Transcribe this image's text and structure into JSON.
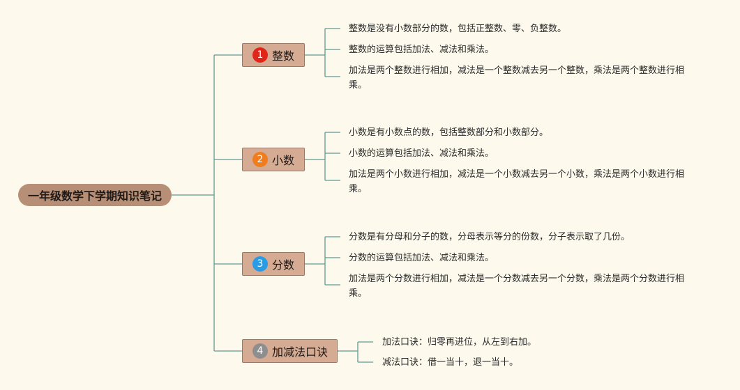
{
  "root": {
    "label": "一年级数学下学期知识笔记"
  },
  "branches": [
    {
      "badge": "1",
      "badge_color": "#e0261b",
      "label": "整数",
      "notes": [
        "整数是没有小数部分的数，包括正整数、零、负整数。",
        "整数的运算包括加法、减法和乘法。",
        "加法是两个整数进行相加，减法是一个整数减去另一个整数，乘法是两个整数进行相乘。"
      ]
    },
    {
      "badge": "2",
      "badge_color": "#ef7d1e",
      "label": "小数",
      "notes": [
        "小数是有小数点的数，包括整数部分和小数部分。",
        "小数的运算包括加法、减法和乘法。",
        "加法是两个小数进行相加，减法是一个小数减去另一个小数，乘法是两个小数进行相乘。"
      ]
    },
    {
      "badge": "3",
      "badge_color": "#2a9ce3",
      "label": "分数",
      "notes": [
        "分数是有分母和分子的数，分母表示等分的份数，分子表示取了几份。",
        "分数的运算包括加法、减法和乘法。",
        "加法是两个分数进行相加，减法是一个分数减去另一个分数，乘法是两个分数进行相乘。"
      ]
    },
    {
      "badge": "4",
      "badge_color": "#8e8e8e",
      "label": "加减法口诀",
      "notes": [
        "加法口诀：归零再进位，从左到右加。",
        "减法口诀：借一当十，退一当十。"
      ]
    }
  ],
  "colors": {
    "connector": "#5f9c94",
    "background": "#fdf9ec"
  }
}
